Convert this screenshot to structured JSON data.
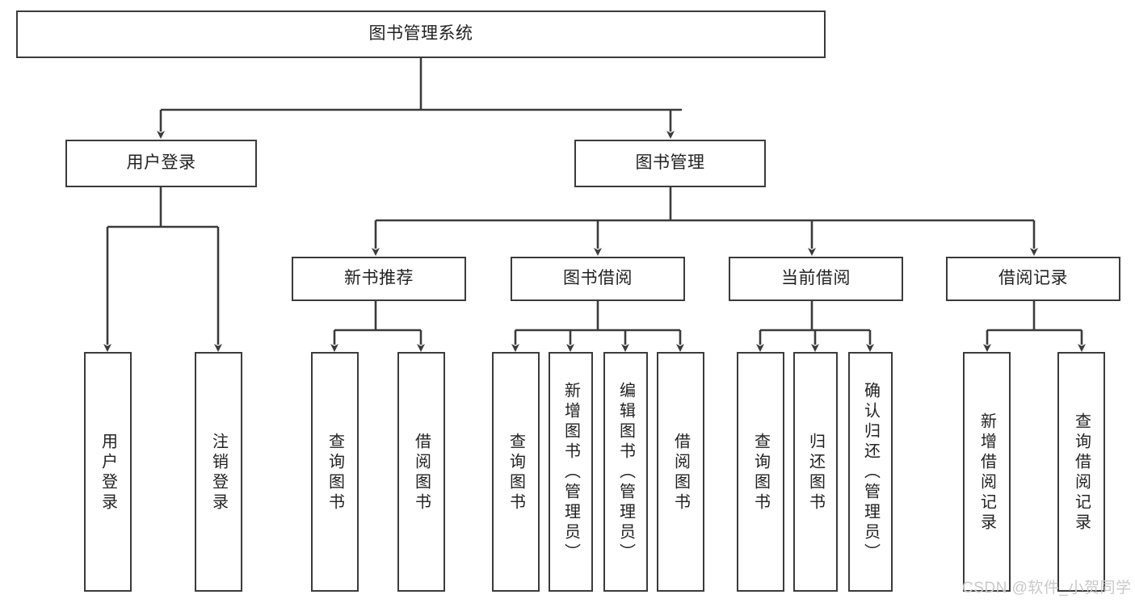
{
  "diagram": {
    "title_node": {
      "label": "图书管理系统"
    },
    "level2": [
      {
        "id": "user-login",
        "label": "用户登录"
      },
      {
        "id": "book-management",
        "label": "图书管理"
      }
    ],
    "level3": [
      {
        "id": "new-book-recommend",
        "label": "新书推荐"
      },
      {
        "id": "book-borrow",
        "label": "图书借阅"
      },
      {
        "id": "current-borrow",
        "label": "当前借阅"
      },
      {
        "id": "borrow-record",
        "label": "借阅记录"
      }
    ],
    "leaves": [
      {
        "id": "leaf-user-login",
        "label": "用户登录"
      },
      {
        "id": "leaf-logout-login",
        "label": "注销登录"
      },
      {
        "id": "leaf-query-book-1",
        "label": "查询图书"
      },
      {
        "id": "leaf-borrow-book-1",
        "label": "借阅图书"
      },
      {
        "id": "leaf-query-book-2",
        "label": "查询图书"
      },
      {
        "id": "leaf-add-book-admin",
        "label": "新增图书（管理员）"
      },
      {
        "id": "leaf-edit-book-admin",
        "label": "编辑图书（管理员）"
      },
      {
        "id": "leaf-borrow-book-2",
        "label": "借阅图书"
      },
      {
        "id": "leaf-query-book-3",
        "label": "查询图书"
      },
      {
        "id": "leaf-return-book",
        "label": "归还图书"
      },
      {
        "id": "leaf-confirm-return-admin",
        "label": "确认归还（管理员）"
      },
      {
        "id": "leaf-add-borrow-record",
        "label": "新增借阅记录"
      },
      {
        "id": "leaf-query-borrow-record",
        "label": "查询借阅记录"
      }
    ],
    "watermark": "CSDN @软件_小贺同学",
    "colors": {
      "stroke": "#3b3b3b",
      "text": "#222222",
      "background": "#ffffff",
      "watermark": "#c9c9c9"
    }
  }
}
